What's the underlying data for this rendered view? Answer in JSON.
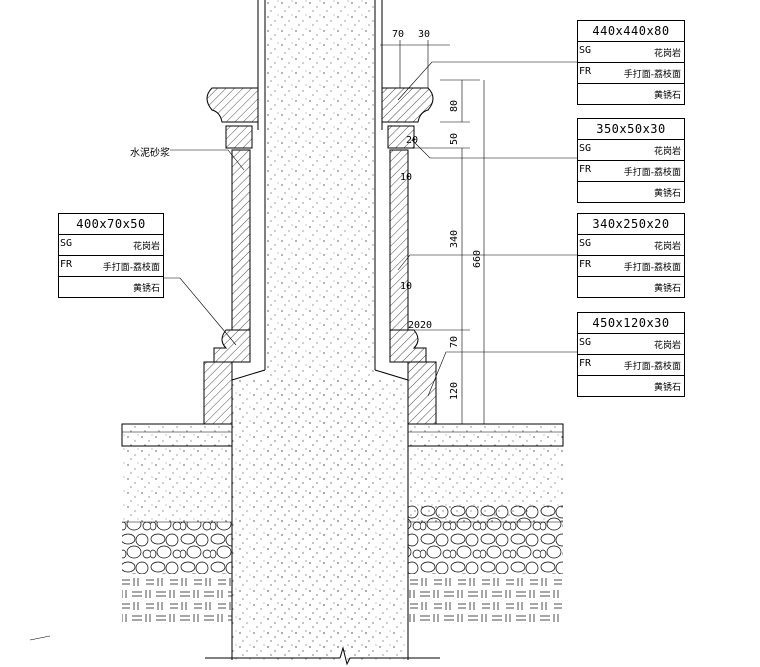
{
  "callout_mortar": "水泥砂浆",
  "spec_boxes": [
    {
      "size": "440x440x80",
      "rows": [
        {
          "code": "SG",
          "value": "花岗岩"
        },
        {
          "code": "FR",
          "value": "手打面-荔枝面"
        },
        {
          "code": "",
          "value": "黄锈石"
        }
      ]
    },
    {
      "size": "350x50x30",
      "rows": [
        {
          "code": "SG",
          "value": "花岗岩"
        },
        {
          "code": "FR",
          "value": "手打面-荔枝面"
        },
        {
          "code": "",
          "value": "黄锈石"
        }
      ]
    },
    {
      "size": "340x250x20",
      "rows": [
        {
          "code": "SG",
          "value": "花岗岩"
        },
        {
          "code": "FR",
          "value": "手打面-荔枝面"
        },
        {
          "code": "",
          "value": "黄锈石"
        }
      ]
    },
    {
      "size": "450x120x30",
      "rows": [
        {
          "code": "SG",
          "value": "花岗岩"
        },
        {
          "code": "FR",
          "value": "手打面-荔枝面"
        },
        {
          "code": "",
          "value": "黄锈石"
        }
      ]
    },
    {
      "size": "400x70x50",
      "rows": [
        {
          "code": "SG",
          "value": "花岗岩"
        },
        {
          "code": "FR",
          "value": "手打面-荔枝面"
        },
        {
          "code": "",
          "value": "黄锈石"
        }
      ]
    }
  ],
  "dimensions": {
    "top_70": "70",
    "top_30": "30",
    "d_80": "80",
    "d_50": "50",
    "d_20a": "20",
    "d_10a": "10",
    "d_340": "340",
    "d_660": "660",
    "d_10b": "10",
    "d_2020": "2020",
    "d_70": "70",
    "d_120": "120"
  },
  "colors": {
    "line": "#000000",
    "background": "#ffffff"
  }
}
